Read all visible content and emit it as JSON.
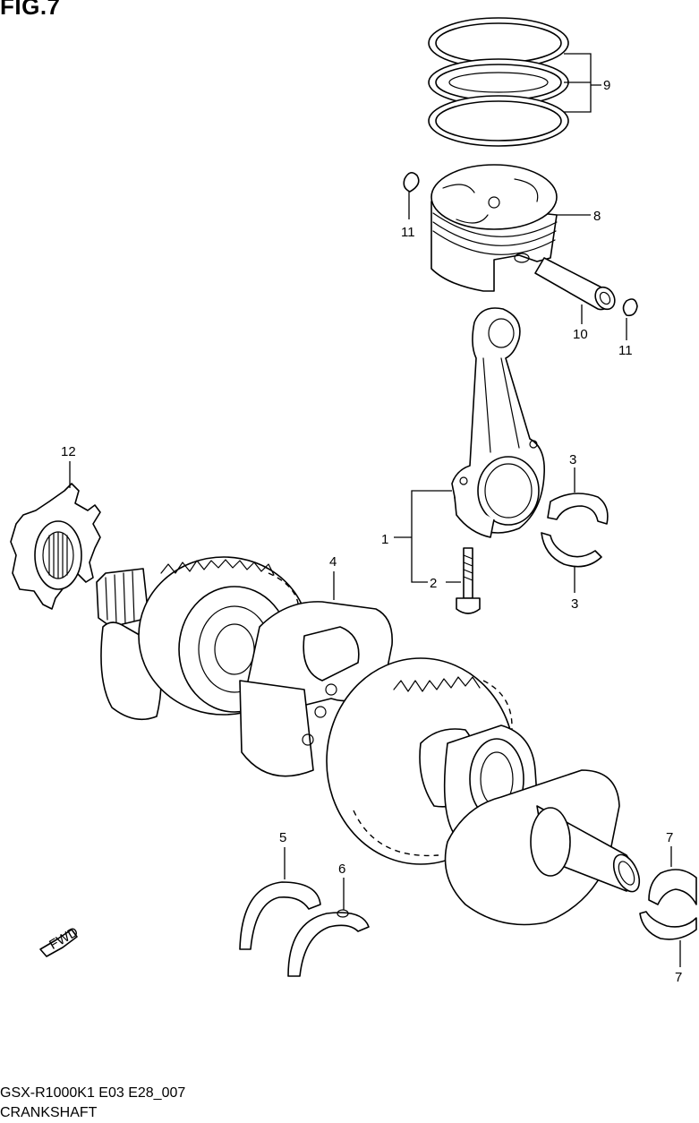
{
  "figure": {
    "title": "FIG.7",
    "code": "GSX-R1000K1 E03 E28_007",
    "name": "CRANKSHAFT"
  },
  "callouts": {
    "c1": "1",
    "c2": "2",
    "c3a": "3",
    "c3b": "3",
    "c4": "4",
    "c5": "5",
    "c6": "6",
    "c7a": "7",
    "c7b": "7",
    "c8": "8",
    "c9": "9",
    "c10": "10",
    "c11a": "11",
    "c11b": "11",
    "c12": "12"
  },
  "fwd_label": "FWD"
}
